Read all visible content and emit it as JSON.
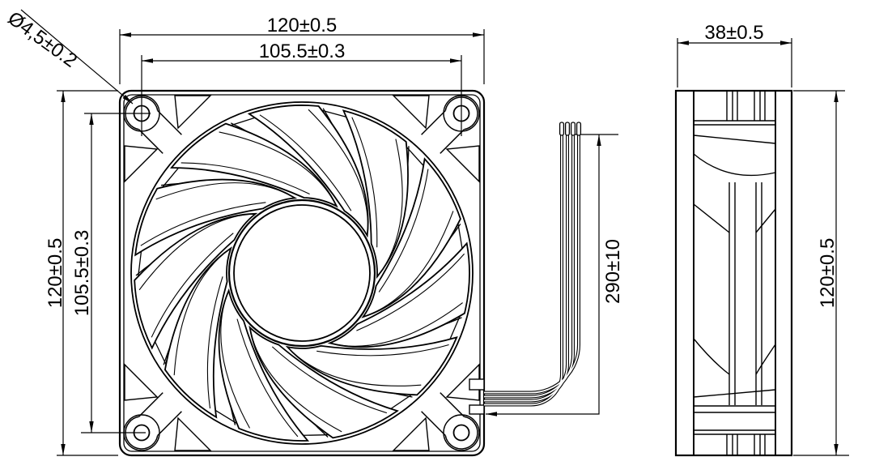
{
  "front_view": {
    "width": "120±0.5",
    "hole_spacing_h": "105.5±0.3",
    "height": "120±0.5",
    "hole_spacing_v": "105.5±0.3",
    "hole_diameter": "Ø4,5±0.2",
    "blade_count": 11,
    "mounting_hole_count": 4
  },
  "side_view": {
    "depth": "38±0.5",
    "height": "120±0.5"
  },
  "lead_wires": {
    "length": "290±10",
    "count": 4
  },
  "colors": {
    "line": "#000000",
    "background": "#ffffff"
  }
}
